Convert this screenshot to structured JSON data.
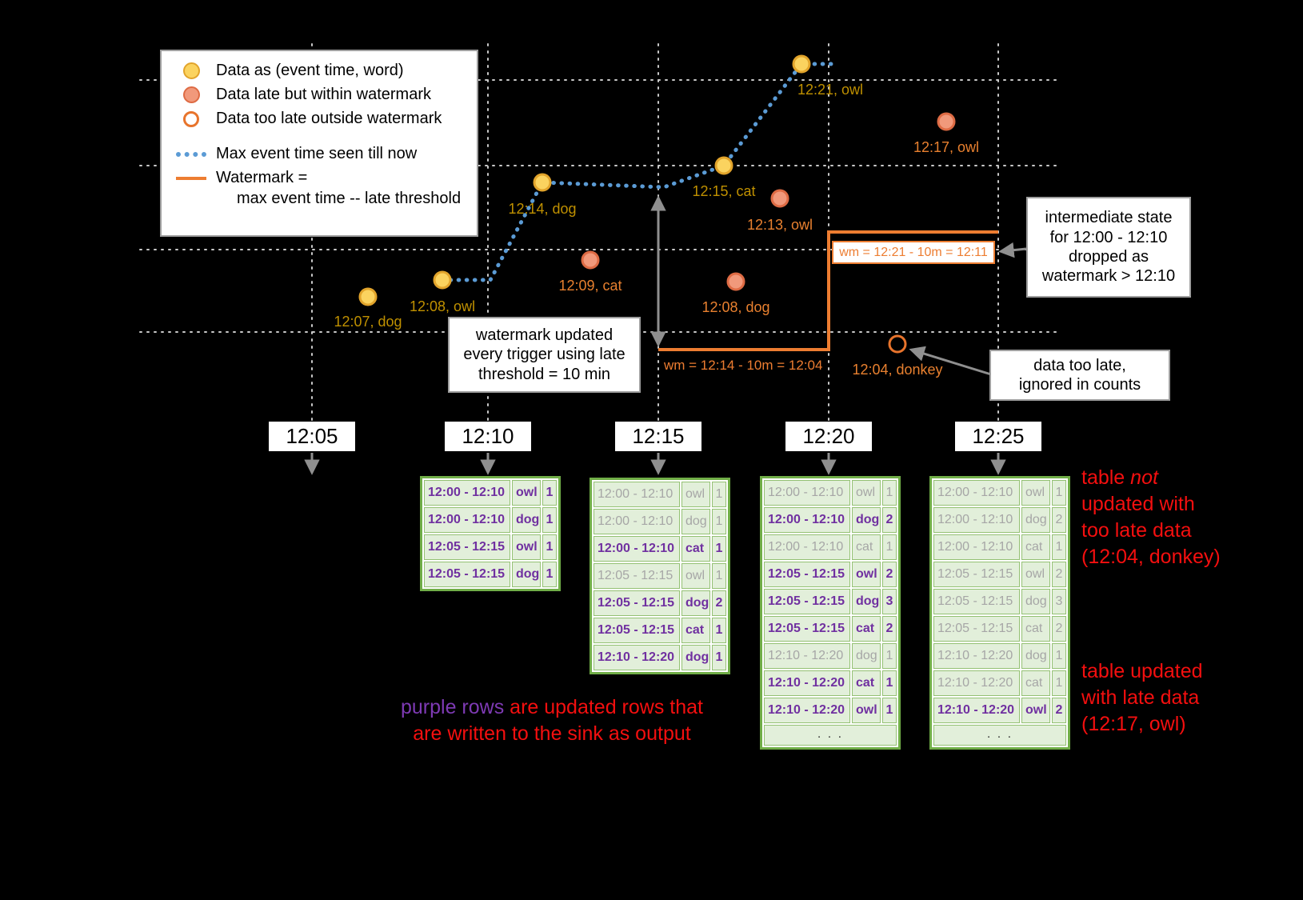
{
  "legend": {
    "items": [
      {
        "label": "Data as (event time, word)"
      },
      {
        "label": "Data late but within watermark"
      },
      {
        "label": "Data too late outside watermark"
      },
      {
        "label": "Max event time seen till now"
      },
      {
        "label": "Watermark =",
        "label2": "max event time -- late threshold"
      }
    ]
  },
  "points": [
    {
      "kind": "on-time",
      "label": "12:07, dog"
    },
    {
      "kind": "on-time",
      "label": "12:08, owl"
    },
    {
      "kind": "on-time",
      "label": "12:14, dog"
    },
    {
      "kind": "on-time",
      "label": "12:15, cat"
    },
    {
      "kind": "on-time",
      "label": "12:21, owl"
    },
    {
      "kind": "late",
      "label": "12:09, cat"
    },
    {
      "kind": "late",
      "label": "12:13, owl"
    },
    {
      "kind": "late",
      "label": "12:08, dog"
    },
    {
      "kind": "late",
      "label": "12:17, owl"
    },
    {
      "kind": "too-late",
      "label": "12:04, donkey"
    }
  ],
  "watermark": {
    "wm1_label": "wm = 12:14 - 10m = 12:04",
    "wm2_label": "wm = 12:21 - 10m = 12:11"
  },
  "callouts": {
    "trigger": "watermark updated\nevery trigger using late\nthreshold = 10 min",
    "intermediate": "intermediate state\nfor 12:00 - 12:10\ndropped as\nwatermark > 12:10",
    "too_late": "data too late,\nignored in counts"
  },
  "axis": {
    "times": [
      "12:05",
      "12:10",
      "12:15",
      "12:20",
      "12:25"
    ]
  },
  "ellipsis_text": ". . .",
  "tables": [
    {
      "trigger": "12:10",
      "ellipsis": false,
      "rows": [
        {
          "window": "12:00 - 12:10",
          "word": "owl",
          "count": "1",
          "updated": true
        },
        {
          "window": "12:00 - 12:10",
          "word": "dog",
          "count": "1",
          "updated": true
        },
        {
          "window": "12:05 - 12:15",
          "word": "owl",
          "count": "1",
          "updated": true
        },
        {
          "window": "12:05 - 12:15",
          "word": "dog",
          "count": "1",
          "updated": true
        }
      ]
    },
    {
      "trigger": "12:15",
      "ellipsis": false,
      "rows": [
        {
          "window": "12:00 - 12:10",
          "word": "owl",
          "count": "1",
          "updated": false
        },
        {
          "window": "12:00 - 12:10",
          "word": "dog",
          "count": "1",
          "updated": false
        },
        {
          "window": "12:00 - 12:10",
          "word": "cat",
          "count": "1",
          "updated": true
        },
        {
          "window": "12:05 - 12:15",
          "word": "owl",
          "count": "1",
          "updated": false
        },
        {
          "window": "12:05 - 12:15",
          "word": "dog",
          "count": "2",
          "updated": true
        },
        {
          "window": "12:05 - 12:15",
          "word": "cat",
          "count": "1",
          "updated": true
        },
        {
          "window": "12:10 - 12:20",
          "word": "dog",
          "count": "1",
          "updated": true
        }
      ]
    },
    {
      "trigger": "12:20",
      "ellipsis": true,
      "rows": [
        {
          "window": "12:00 - 12:10",
          "word": "owl",
          "count": "1",
          "updated": false
        },
        {
          "window": "12:00 - 12:10",
          "word": "dog",
          "count": "2",
          "updated": true
        },
        {
          "window": "12:00 - 12:10",
          "word": "cat",
          "count": "1",
          "updated": false
        },
        {
          "window": "12:05 - 12:15",
          "word": "owl",
          "count": "2",
          "updated": true
        },
        {
          "window": "12:05 - 12:15",
          "word": "dog",
          "count": "3",
          "updated": true
        },
        {
          "window": "12:05 - 12:15",
          "word": "cat",
          "count": "2",
          "updated": true
        },
        {
          "window": "12:10 - 12:20",
          "word": "dog",
          "count": "1",
          "updated": false
        },
        {
          "window": "12:10 - 12:20",
          "word": "cat",
          "count": "1",
          "updated": true
        },
        {
          "window": "12:10 - 12:20",
          "word": "owl",
          "count": "1",
          "updated": true
        }
      ]
    },
    {
      "trigger": "12:25",
      "ellipsis": true,
      "rows": [
        {
          "window": "12:00 - 12:10",
          "word": "owl",
          "count": "1",
          "updated": false
        },
        {
          "window": "12:00 - 12:10",
          "word": "dog",
          "count": "2",
          "updated": false
        },
        {
          "window": "12:00 - 12:10",
          "word": "cat",
          "count": "1",
          "updated": false
        },
        {
          "window": "12:05 - 12:15",
          "word": "owl",
          "count": "2",
          "updated": false
        },
        {
          "window": "12:05 - 12:15",
          "word": "dog",
          "count": "3",
          "updated": false
        },
        {
          "window": "12:05 - 12:15",
          "word": "cat",
          "count": "2",
          "updated": false
        },
        {
          "window": "12:10 - 12:20",
          "word": "dog",
          "count": "1",
          "updated": false
        },
        {
          "window": "12:10 - 12:20",
          "word": "cat",
          "count": "1",
          "updated": false
        },
        {
          "window": "12:10 - 12:20",
          "word": "owl",
          "count": "2",
          "updated": true
        }
      ]
    }
  ],
  "notes": {
    "purple_note": {
      "highlight": "purple rows",
      "line1_rest": " are updated rows that",
      "line2": "are written to the sink as output"
    },
    "too_late_note": {
      "line1_pre": "table ",
      "line1_italic": "not",
      "line2": "updated with",
      "line3": "too late data",
      "line4": "(12:04, donkey)"
    },
    "late_note": {
      "line1": "table updated",
      "line2": "with late data",
      "line3": "(12:17, owl)"
    }
  },
  "colors": {
    "on_time_fill": "#FBD35F",
    "on_time_stroke": "#E2A42B",
    "on_time_label": "#BF9000",
    "late_fill": "#F1997B",
    "late_stroke": "#DE6B44",
    "late_label": "#E8802F",
    "watermark_orange": "#ED7D31",
    "max_event_blue": "#5B9BD5",
    "updated_purple": "#7030A0",
    "stale_gray": "#A6A6A6",
    "table_green": "#70AD47",
    "table_row_bg": "#E2EFDA",
    "note_red": "#F40F0F"
  }
}
